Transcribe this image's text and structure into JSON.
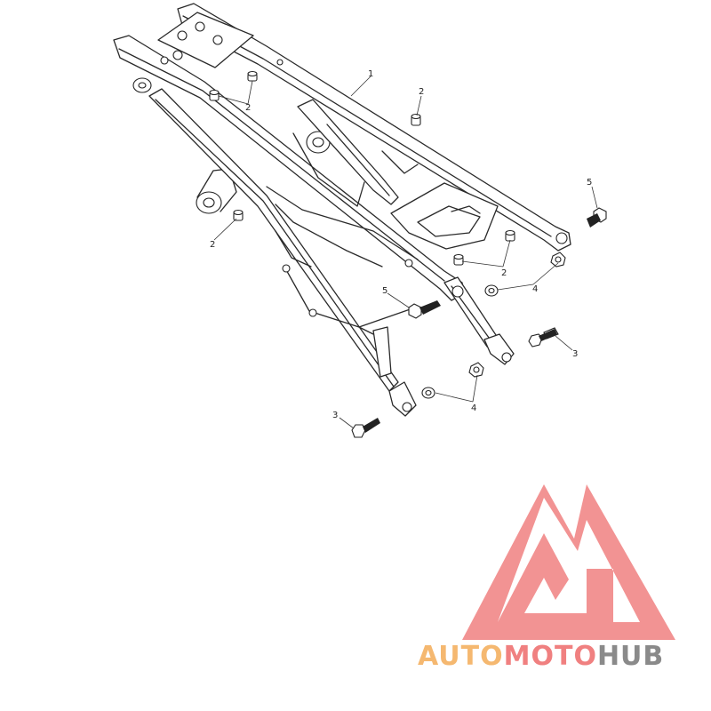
{
  "diagram": {
    "callouts": [
      {
        "id": "c1",
        "label": "1"
      },
      {
        "id": "c2a",
        "label": "2"
      },
      {
        "id": "c2b",
        "label": "2"
      },
      {
        "id": "c2c",
        "label": "2"
      },
      {
        "id": "c2d",
        "label": "2"
      },
      {
        "id": "c3a",
        "label": "3"
      },
      {
        "id": "c3b",
        "label": "3"
      },
      {
        "id": "c4a",
        "label": "4"
      },
      {
        "id": "c4b",
        "label": "4"
      },
      {
        "id": "c5a",
        "label": "5"
      },
      {
        "id": "c5b",
        "label": "5"
      }
    ]
  },
  "watermark": {
    "text_part1": "AUTO",
    "text_part2": "MOTO",
    "text_part3": "HUB",
    "color_logo": "#f08080",
    "color_auto": "#f5b870",
    "color_moto": "#f08080",
    "color_hub": "#8a8a8a"
  }
}
